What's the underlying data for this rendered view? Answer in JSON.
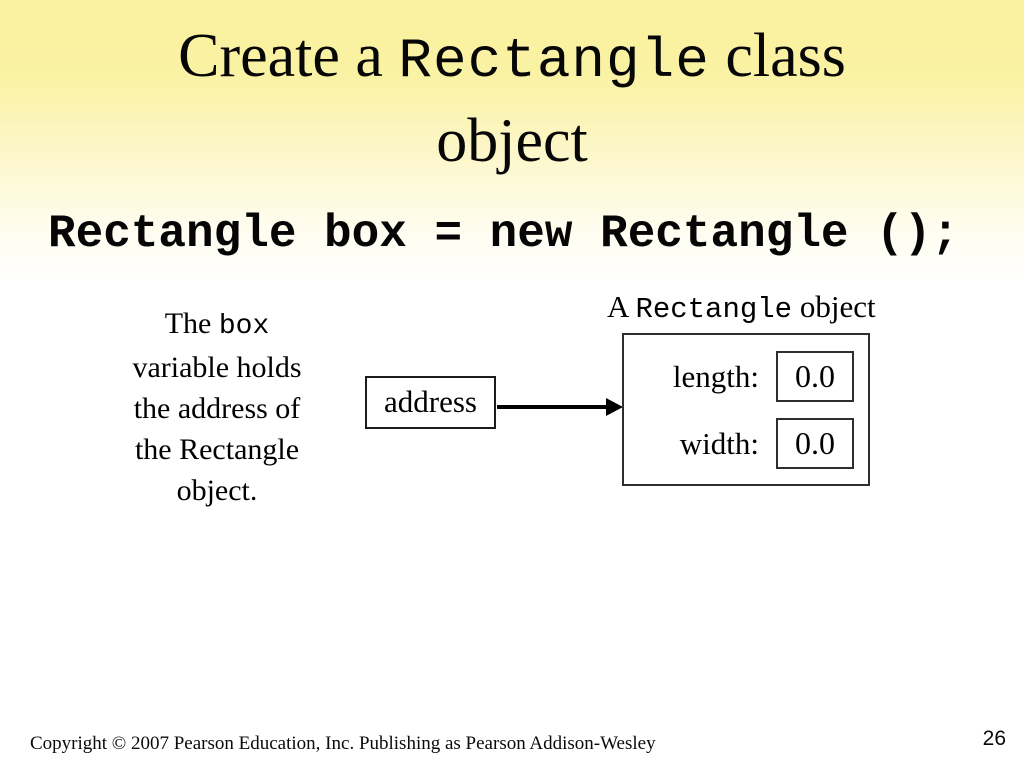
{
  "slide": {
    "title": {
      "line1_pre": "Create a ",
      "line1_code": "Rectangle",
      "line1_post": " class",
      "line2": "object"
    },
    "code_statement": "Rectangle box = new Rectangle ();",
    "note": {
      "line1_pre": "The ",
      "line1_code": "box",
      "lines": [
        "variable holds",
        "the address of",
        "the Rectangle",
        "object."
      ]
    },
    "diagram": {
      "object_label": {
        "pre": "A ",
        "code": "Rectangle",
        "post": " object"
      },
      "address_label": "address",
      "fields": [
        {
          "label": "length:",
          "value": "0.0"
        },
        {
          "label": "width:",
          "value": "0.0"
        }
      ]
    },
    "footer": {
      "copyright": "Copyright © 2007 Pearson Education, Inc. Publishing as Pearson Addison-Wesley",
      "page_number": "26"
    },
    "colors": {
      "background_top": "#f9f19d",
      "background_bottom": "#ffffff",
      "text": "#000000",
      "box_border": "#2e2e2e"
    }
  }
}
